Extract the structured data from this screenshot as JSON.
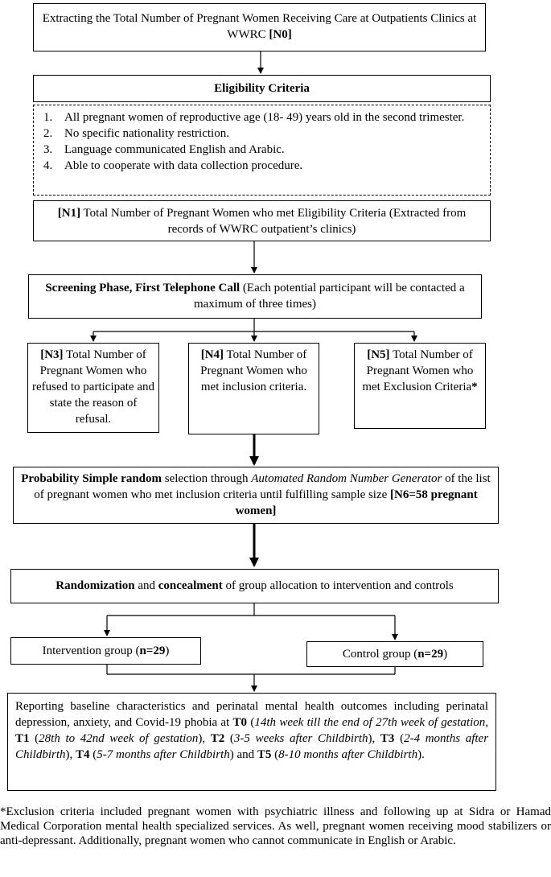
{
  "n0": {
    "text": "Extracting the Total Number of Pregnant Women Receiving Care at Outpatients Clinics at WWRC ",
    "tag": "[N0]"
  },
  "eligibility": {
    "title": "Eligibility Criteria"
  },
  "criteria": [
    {
      "num": "1.",
      "text": "All pregnant women of reproductive age (18- 49) years old in the second trimester."
    },
    {
      "num": "2.",
      "text": "No specific nationality restriction."
    },
    {
      "num": "3.",
      "text": "Language communicated English and Arabic."
    },
    {
      "num": "4.",
      "text": "Able to cooperate with data collection procedure."
    }
  ],
  "n1": {
    "tag": "[N1]",
    "text": " Total Number of Pregnant Women who met Eligibility Criteria (Extracted from records of WWRC outpatient’s clinics)"
  },
  "screening": {
    "bold": "Screening Phase, First Telephone Call",
    "text": " (Each potential participant will be contacted a maximum of three times)"
  },
  "n3": {
    "tag": "[N3]",
    "text": " Total Number of Pregnant Women who refused to participate and state the reason of refusal."
  },
  "n4": {
    "tag": "[N4]",
    "text": " Total Number of Pregnant Women who met inclusion criteria."
  },
  "n5": {
    "tag": "[N5]",
    "text": " Total Number of Pregnant Women who met Exclusion Criteria",
    "star": "*"
  },
  "n6": {
    "bold1": "Probability Simple random",
    "text1": " selection through ",
    "ital1": "Automated Random Number Generator",
    "text2": " of the list of pregnant women who met inclusion criteria until fulfilling sample size ",
    "bold2": "[N6=58 pregnant women]"
  },
  "randomization": {
    "bold1": "Randomization",
    "text1": " and ",
    "bold2": "concealment",
    "text2": " of group allocation to intervention and controls"
  },
  "intervention": {
    "text": "Intervention group (",
    "bold": "n=29",
    "end": ")"
  },
  "control": {
    "text": "Control group (",
    "bold": "n=29",
    "end": ")"
  },
  "reporting": {
    "t0": "Reporting baseline characteristics and perinatal mental health outcomes including perinatal depression, anxiety, and Covid-19 phobia at ",
    "b0": "T0",
    "i0": "14th week till the end of 27th week of gestation",
    "b1": "T1",
    "i1": "28th to 42nd week of gestation",
    "b2": "T2",
    "i2": "3-5 weeks after Childbirth",
    "b3": "T3",
    "i3": "2-4 months after Childbirth",
    "b4": "T4",
    "i4": "5-7 months after Childbirth",
    "b5": "T5",
    "i5": "8-10 months after Childbirth",
    "open": " (",
    "close": ")",
    "comma": ", ",
    "and": " and ",
    "end": ")."
  },
  "footnote": {
    "text": "*Exclusion criteria included pregnant women with psychiatric illness and following up at Sidra or Hamad Medical Corporation mental health specialized services. As well, pregnant women receiving mood stabilizers or anti-depressant. Additionally, pregnant women who cannot communicate in English or Arabic."
  }
}
